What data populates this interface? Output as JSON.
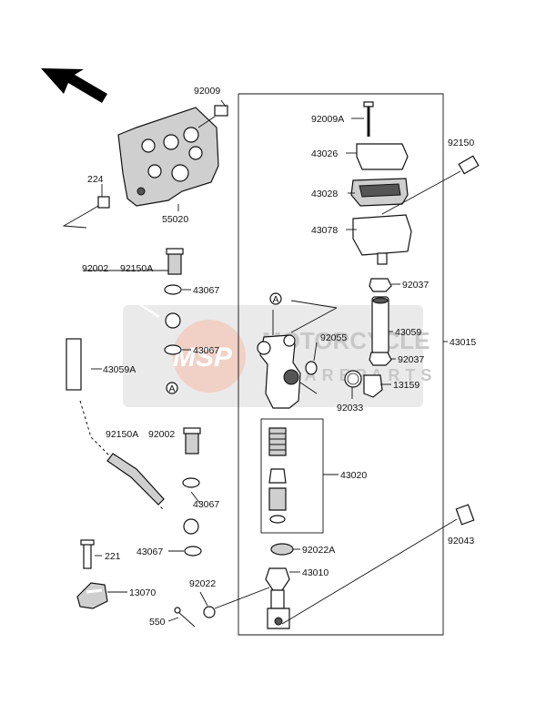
{
  "watermark": {
    "brand": "MOTORCYCLE",
    "sub": "SPAREPARTS",
    "logo": "MSP",
    "color": "#d8d8d8",
    "accent": "#f0b8a8"
  },
  "labels": {
    "p92009": "92009",
    "p92009A": "92009A",
    "p92150_top": "92150",
    "p43026": "43026",
    "p43028": "43028",
    "p43078": "43078",
    "p224": "224",
    "p55020": "55020",
    "p92002_a": "92002",
    "p92150A_a": "92150A",
    "p43067_a": "43067",
    "p43067_b": "43067",
    "p43059A": "43059A",
    "p92037_a": "92037",
    "p92055": "92055",
    "p43059": "43059",
    "p92037_b": "92037",
    "p43015": "43015",
    "p92033": "92033",
    "p13159": "13159",
    "p92150A_b": "92150A",
    "p92002_b": "92002",
    "p43020": "43020",
    "p43067_c": "43067",
    "p221": "221",
    "p43067_d": "43067",
    "p92022A": "92022A",
    "p92043": "92043",
    "p92022": "92022",
    "p43010": "43010",
    "p13070": "13070",
    "p550": "550",
    "refA": "A"
  }
}
